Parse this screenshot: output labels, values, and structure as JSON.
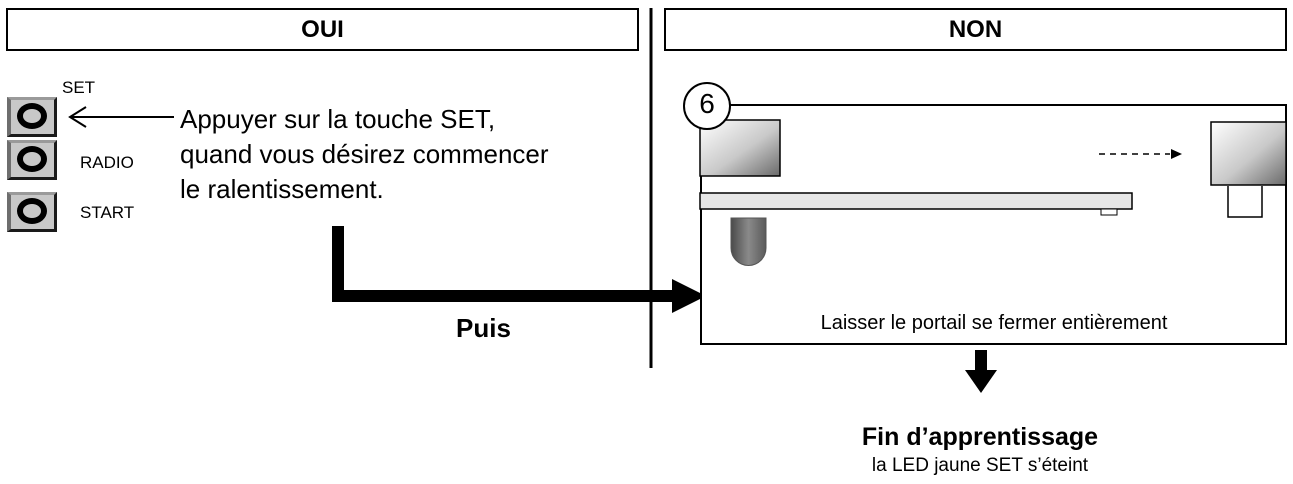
{
  "columns": {
    "yes_label": "OUI",
    "no_label": "NON"
  },
  "buttons": [
    {
      "label": "SET"
    },
    {
      "label": "RADIO"
    },
    {
      "label": "START"
    }
  ],
  "instruction": {
    "line1": "Appuyer sur la touche SET,",
    "line2": "quand vous désirez commencer",
    "line3": "le ralentissement."
  },
  "flow": {
    "then_label": "Puis"
  },
  "step": {
    "number": "6",
    "caption": "Laisser le portail se fermer entièrement"
  },
  "result": {
    "title": "Fin d’apprentissage",
    "subtitle": "la LED jaune SET s’éteint"
  }
}
